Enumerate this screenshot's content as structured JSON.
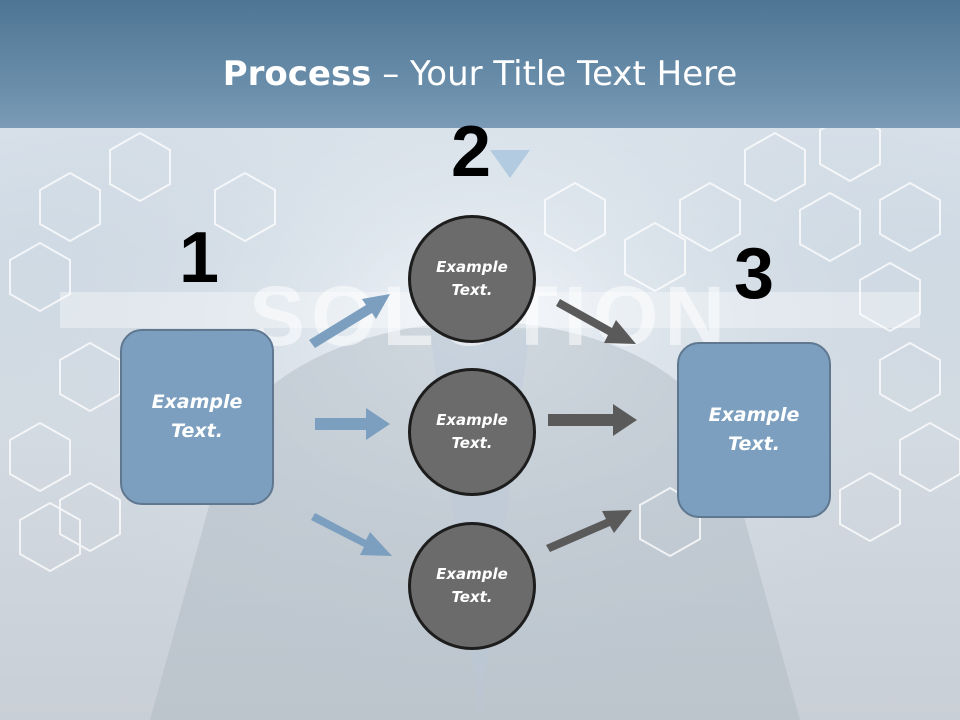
{
  "slide": {
    "title_bold": "Process",
    "title_rest": " – Your Title Text Here",
    "background_word": "SOLUTION"
  },
  "steps": {
    "one": {
      "number": "1",
      "text_line1": "Example",
      "text_line2": "Text."
    },
    "two": [
      {
        "text_line1": "Example",
        "text_line2": "Text."
      },
      {
        "text_line1": "Example",
        "text_line2": "Text."
      },
      {
        "text_line1": "Example",
        "text_line2": "Text."
      }
    ],
    "two_number": "2",
    "three": {
      "number": "3",
      "text_line1": "Example",
      "text_line2": "Text."
    }
  },
  "colors": {
    "box_fill": "#7c9fbf",
    "circle_fill": "#6b6b6b",
    "arrow_blue": "#7c9fbf",
    "arrow_gray": "#5a5a5a",
    "title_band": "#5c81a0"
  }
}
